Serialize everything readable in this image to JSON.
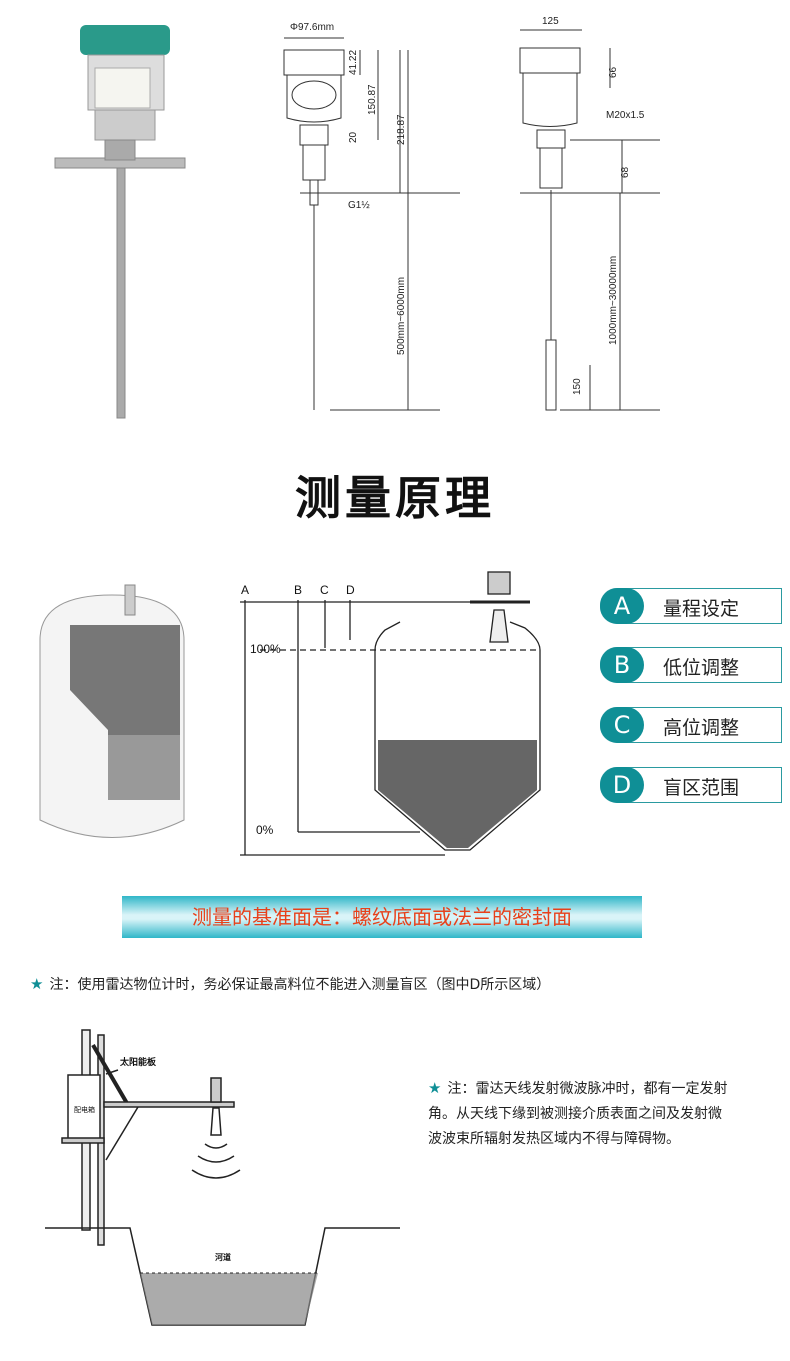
{
  "dimensions": {
    "front": {
      "diameter": "Φ97.6mm",
      "d1": "41.22",
      "d2": "150.87",
      "d3": "218.87",
      "d4": "20",
      "thread": "G1½",
      "range": "500mm~6000mm"
    },
    "side": {
      "width": "125",
      "d1": "66",
      "gland": "M20x1.5",
      "d2": "68",
      "range": "1000mm~30000mm",
      "d3": "150"
    }
  },
  "section_title": "测量原理",
  "tank_diagram": {
    "labels": [
      "A",
      "B",
      "C",
      "D"
    ],
    "level_100": "100%",
    "level_0": "0%"
  },
  "legend": [
    {
      "key": "A",
      "label": "量程设定"
    },
    {
      "key": "B",
      "label": "低位调整"
    },
    {
      "key": "C",
      "label": "高位调整"
    },
    {
      "key": "D",
      "label": "盲区范围"
    }
  ],
  "banner": "测量的基准面是：螺纹底面或法兰的密封面",
  "note1": "注：使用雷达物位计时，务必保证最高料位不能进入测量盲区（图中D所示区域）",
  "install": {
    "solar_panel": "太阳能板",
    "box": "配电箱",
    "river": "河道"
  },
  "note2": "注：雷达天线发射微波脉冲时，都有一定发射角。从天线下缘到被测接介质表面之间及发射微波波束所辐射发热区域内不得与障碍物。",
  "colors": {
    "accent": "#0f8f96",
    "banner_text": "#e8401a"
  }
}
